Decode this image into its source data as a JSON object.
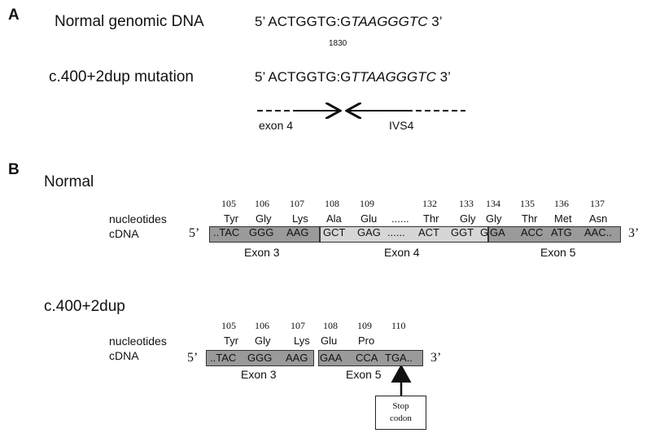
{
  "panel_a": {
    "letter": "A",
    "normal_label": "Normal genomic DNA",
    "normal_seq": {
      "prefix": "5’ ACTGGTG:G",
      "italic": "TAAGGGTC",
      "suffix": " 3’"
    },
    "position": "1830",
    "mutant_label": "c.400+2dup mutation",
    "mutant_seq": {
      "prefix": "5’ ACTGGTG:G",
      "italic": "TTAAGGGTC",
      "suffix": " 3’"
    },
    "left_arrow_label": "exon 4",
    "right_arrow_label": "IVS4"
  },
  "panel_b": {
    "letter": "B",
    "normal": {
      "title": "Normal",
      "row_label_1": "nucleotides",
      "row_label_2": "cDNA",
      "five_prime": "5’",
      "three_prime": "3’",
      "numbers": [
        "105",
        "106",
        "107",
        "108",
        "109",
        "132",
        "133",
        "134",
        "135",
        "136",
        "137"
      ],
      "amino_acids": [
        "Tyr",
        "Gly",
        "Lys",
        "Ala",
        "Glu",
        "......",
        "Thr",
        "Gly",
        "Gly",
        "Thr",
        "Met",
        "Asn"
      ],
      "exon3_codons": [
        "..TAC",
        "GGG",
        "AAG"
      ],
      "exon4_codons": [
        "GCT",
        "GAG",
        "......",
        "ACT",
        "GGT",
        "G"
      ],
      "exon5_codons": [
        "GA",
        "ACC",
        "ATG",
        "AAC.."
      ],
      "exon_labels": [
        "Exon 3",
        "Exon 4",
        "Exon 5"
      ]
    },
    "mutant": {
      "title": "c.400+2dup",
      "row_label_1": "nucleotides",
      "row_label_2": "cDNA",
      "five_prime": "5’",
      "three_prime": "3’",
      "numbers": [
        "105",
        "106",
        "107",
        "108",
        "109",
        "110"
      ],
      "amino_acids": [
        "Tyr",
        "Gly",
        "Lys",
        "Glu",
        "Pro"
      ],
      "exon3_codons": [
        "..TAC",
        "GGG",
        "AAG"
      ],
      "exon5_codons": [
        "GAA",
        "CCA",
        "TGA.."
      ],
      "exon_labels": [
        "Exon 3",
        "Exon 5"
      ],
      "stop_label_1": "Stop",
      "stop_label_2": "codon"
    }
  },
  "colors": {
    "exon_dark": "#9a9a9a",
    "exon_light": "#d6d6d6"
  }
}
